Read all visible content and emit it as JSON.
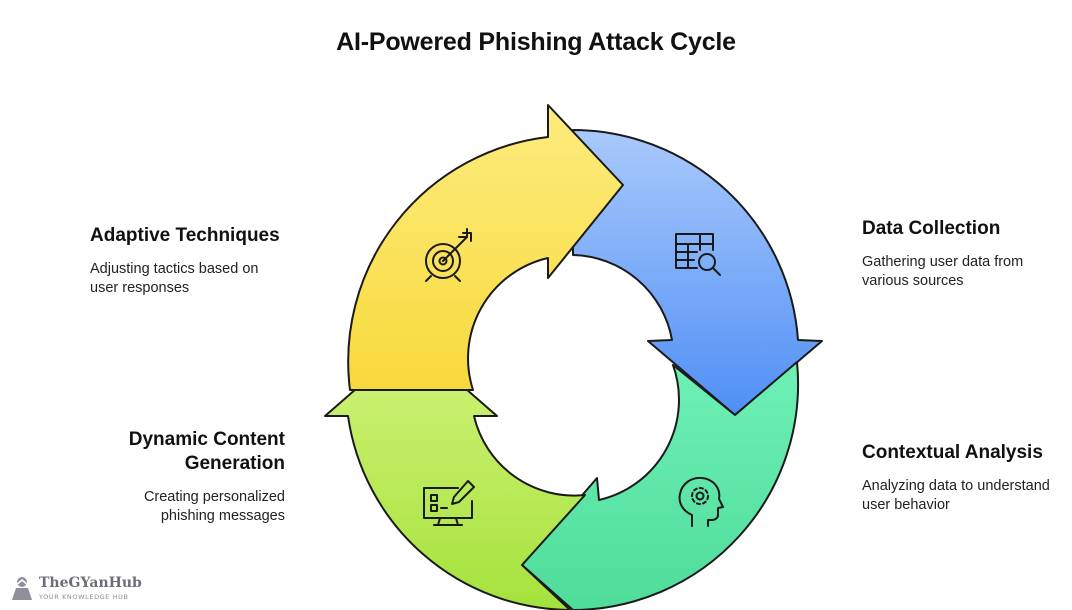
{
  "title": "AI-Powered Phishing Attack Cycle",
  "steps": {
    "data_collection": {
      "label": "Data Collection",
      "description": "Gathering user data from various sources",
      "color": "#6b9ff7",
      "icon": "table-search-icon"
    },
    "contextual_analysis": {
      "label": "Contextual Analysis",
      "description": "Analyzing data to understand user behavior",
      "color": "#5ce6a8",
      "icon": "head-gear-icon"
    },
    "dynamic_content": {
      "label": "Dynamic Content Generation",
      "description": "Creating personalized phishing messages",
      "color": "#b7ea55",
      "icon": "screen-edit-icon"
    },
    "adaptive_techniques": {
      "label": "Adaptive Techniques",
      "description": "Adjusting tactics based on user responses",
      "color": "#fbe35a",
      "icon": "target-arrow-icon"
    }
  },
  "branding": {
    "name": "TheGYanHub",
    "tagline": "YOUR KNOWLEDGE HUB"
  }
}
